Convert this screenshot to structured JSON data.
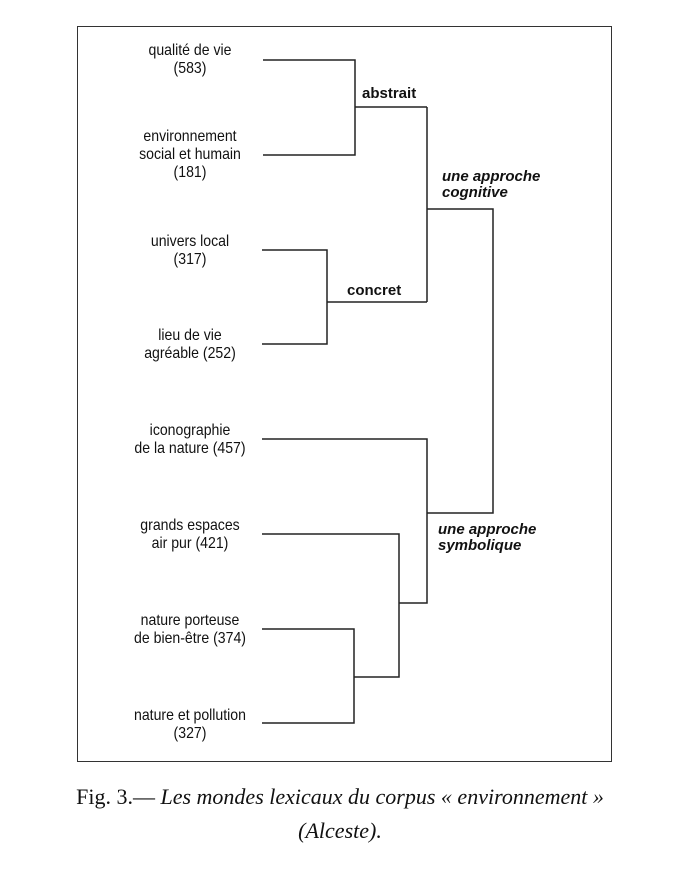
{
  "leaves": [
    {
      "label": "qualité de vie",
      "count": "(583)"
    },
    {
      "label": "environnement social et humain",
      "count": "(181)"
    },
    {
      "label": "univers local",
      "count": "(317)"
    },
    {
      "label": "lieu de vie agréable",
      "count": "(252)"
    },
    {
      "label": "iconographie de la nature",
      "count": "(457)"
    },
    {
      "label": "grands espaces air pur",
      "count": "(421)"
    },
    {
      "label": "nature porteuse de bien-être",
      "count": "(374)"
    },
    {
      "label": "nature et pollution",
      "count": "(327)"
    }
  ],
  "leaf_text": [
    [
      "qualité de vie",
      "(583)"
    ],
    [
      "environnement",
      "social et humain",
      "(181)"
    ],
    [
      "univers local",
      "(317)"
    ],
    [
      "lieu de vie",
      "agréable (252)"
    ],
    [
      "iconographie",
      "de la nature (457)"
    ],
    [
      "grands espaces",
      "air pur (421)"
    ],
    [
      "nature porteuse",
      "de bien-être (374)"
    ],
    [
      "nature et pollution",
      "(327)"
    ]
  ],
  "nodes": {
    "abstrait": "abstrait",
    "concret": "concret",
    "cognitive_1": "une approche",
    "cognitive_2": "cognitive",
    "symbolique_1": "une approche",
    "symbolique_2": "symbolique"
  },
  "caption": {
    "prefix": "Fig. 3.— ",
    "title": "Les mondes lexicaux du corpus « environnement »",
    "line2": "(Alceste)."
  }
}
